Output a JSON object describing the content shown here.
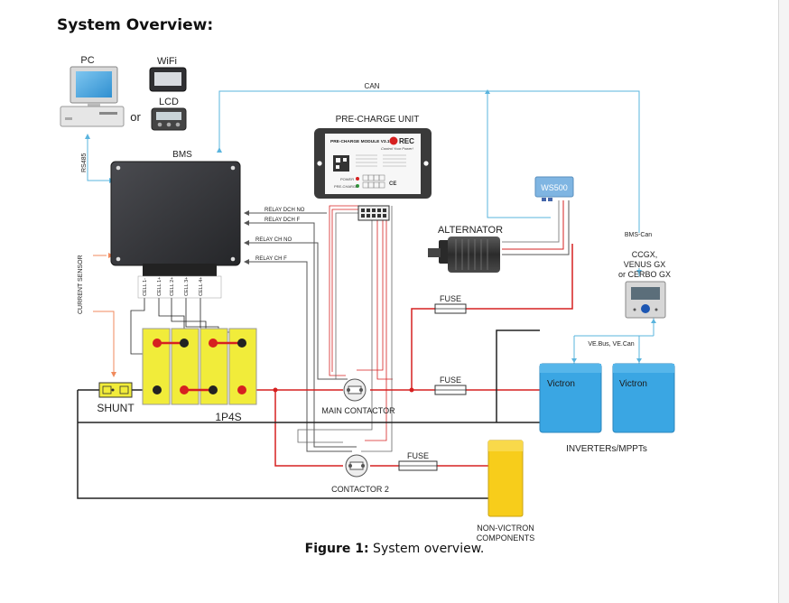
{
  "heading": "System Overview:",
  "caption": {
    "prefix": "Figure 1:",
    "text": " System overview."
  },
  "labels": {
    "pc": "PC",
    "wifi": "WiFi",
    "lcd": "LCD",
    "or": "or",
    "bms": "BMS",
    "rs485": "RS485",
    "can": "CAN",
    "precharge": "PRE-CHARGE UNIT",
    "ws500": "WS500",
    "alternator": "ALTERNATOR",
    "bms_can": "BMS-Can",
    "ccgx": "CCGX,",
    "venus": "VENUS GX",
    "cerbo": "or CERBO GX",
    "vebus": "VE.Bus, VE.Can",
    "victron1": "Victron",
    "victron2": "Victron",
    "inverters": "INVERTERs/MPPTs",
    "fuse1": "FUSE",
    "fuse2": "FUSE",
    "fuse3": "FUSE",
    "relay_dch_no": "RELAY DCH NO",
    "relay_dch_f": "RELAY DCH F",
    "relay_ch_no": "RELAY CH NO",
    "relay_ch_f": "RELAY CH F",
    "current_sensor": "CURRENT SENSOR",
    "shunt": "SHUNT",
    "pack": "1P4S",
    "main_contactor": "MAIN CONTACTOR",
    "contactor2": "CONTACTOR 2",
    "nonvictron1": "NON-VICTRON",
    "nonvictron2": "COMPONENTS",
    "cells": [
      "CELL 1-",
      "CELL 1+",
      "CELL 2+",
      "CELL 3+",
      "CELL 4+"
    ]
  },
  "module": {
    "title": "PRE-CHARGE MODULE V3.1",
    "brand": "REC",
    "tagline": "Control Your Power!",
    "power": "POWER",
    "precharge": "PRE-CHARGE",
    "ce": "CE"
  },
  "colors": {
    "power_red": "#d62020",
    "signal_blue": "#5ab4de",
    "victron_blue": "#3aa6e3",
    "cell_yellow": "#f1ec3a",
    "nonvictron_yellow": "#f7cd1b",
    "bms_dark": "#3a3b3f",
    "orange_sensor": "#f08a5c"
  }
}
